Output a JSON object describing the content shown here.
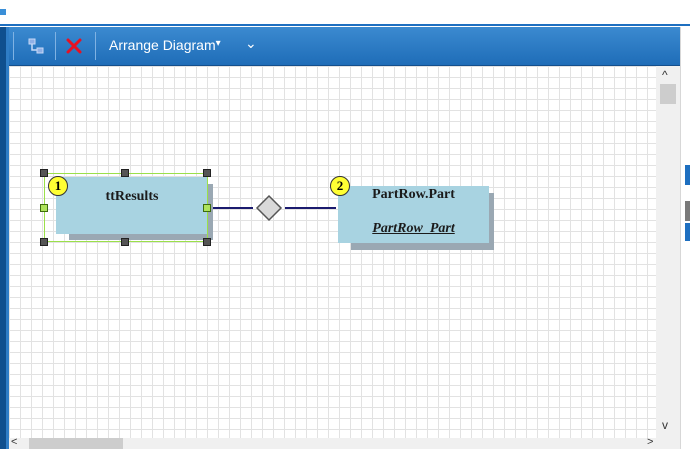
{
  "toolbar": {
    "items": [
      {
        "icon": "relationship-icon"
      },
      {
        "icon": "delete-icon",
        "color": "#e81123"
      }
    ],
    "arrange_label": "Arrange Diagram",
    "overflow_glyph": "⌄"
  },
  "diagram": {
    "entities": [
      {
        "badge": "1",
        "title": "ttResults",
        "subtitle": ""
      },
      {
        "badge": "2",
        "title": "PartRow.Part",
        "subtitle": "PartRow_Part"
      }
    ]
  },
  "colors": {
    "toolbar": "#1f6db8",
    "entity_fill": "#a8d3e1",
    "badge": "#ffff33",
    "selection": "#9be04a",
    "connector": "#1a1a6e"
  }
}
